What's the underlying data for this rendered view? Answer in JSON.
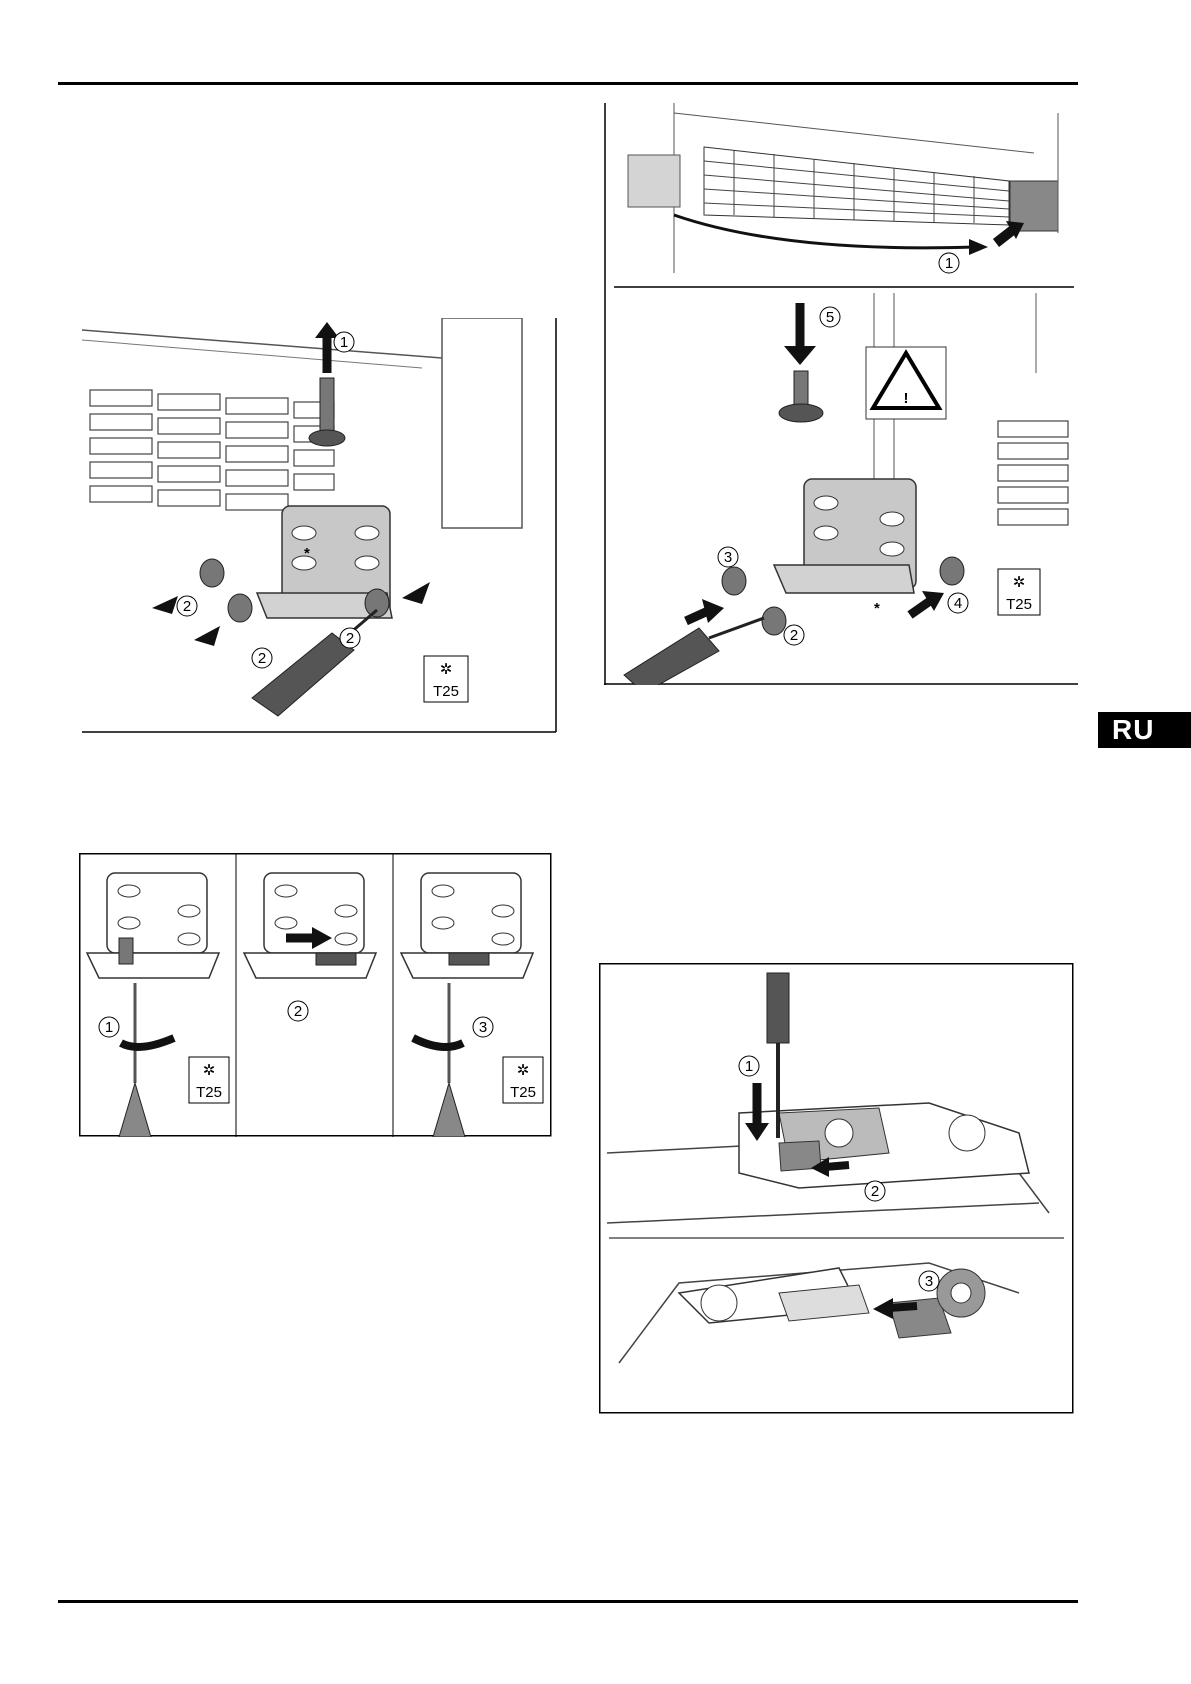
{
  "language_tab": "RU",
  "tool_label": "T25",
  "figures": {
    "remove_hinge": {
      "steps": [
        "1",
        "2",
        "2",
        "2"
      ]
    },
    "bracket_sequence": {
      "steps": [
        "1",
        "2",
        "3"
      ]
    },
    "install_hinge": {
      "steps": [
        "1",
        "5",
        "3",
        "2",
        "4"
      ]
    },
    "cover_clip": {
      "steps": [
        "1",
        "2",
        "3"
      ]
    }
  }
}
